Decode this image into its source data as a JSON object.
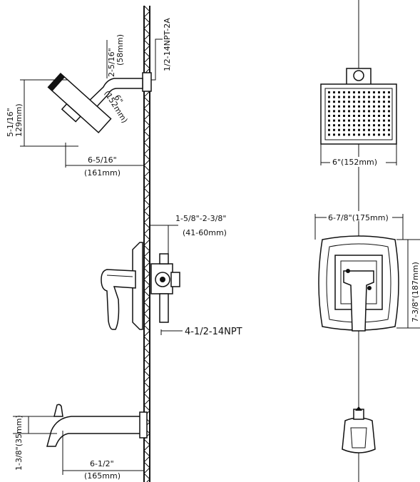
{
  "left_view": {
    "thread_top": "1/2-14NPT-2A",
    "arm_rise": "2-5/16\"",
    "arm_rise_mm": "(58mm)",
    "arm_length": "6\"",
    "arm_length_mm": "(152mm)",
    "head_height": "5-1/16\"",
    "head_height_mm": "129mm)",
    "head_projection": "6-5/16\"",
    "head_projection_mm": "(161mm)",
    "valve_depth": "1-5/8\"-2-3/8\"",
    "valve_depth_mm": "(41-60mm)",
    "valve_thread": "4-1/2-14NPT",
    "spout_height": "1-3/8\"(35mm)",
    "spout_length": "6-1/2\"",
    "spout_length_mm": "(165mm)"
  },
  "right_view": {
    "head_width": "6\"(152mm)",
    "trim_width": "6-7/8\"(175mm)",
    "trim_height": "7-3/8\"(187mm)"
  }
}
